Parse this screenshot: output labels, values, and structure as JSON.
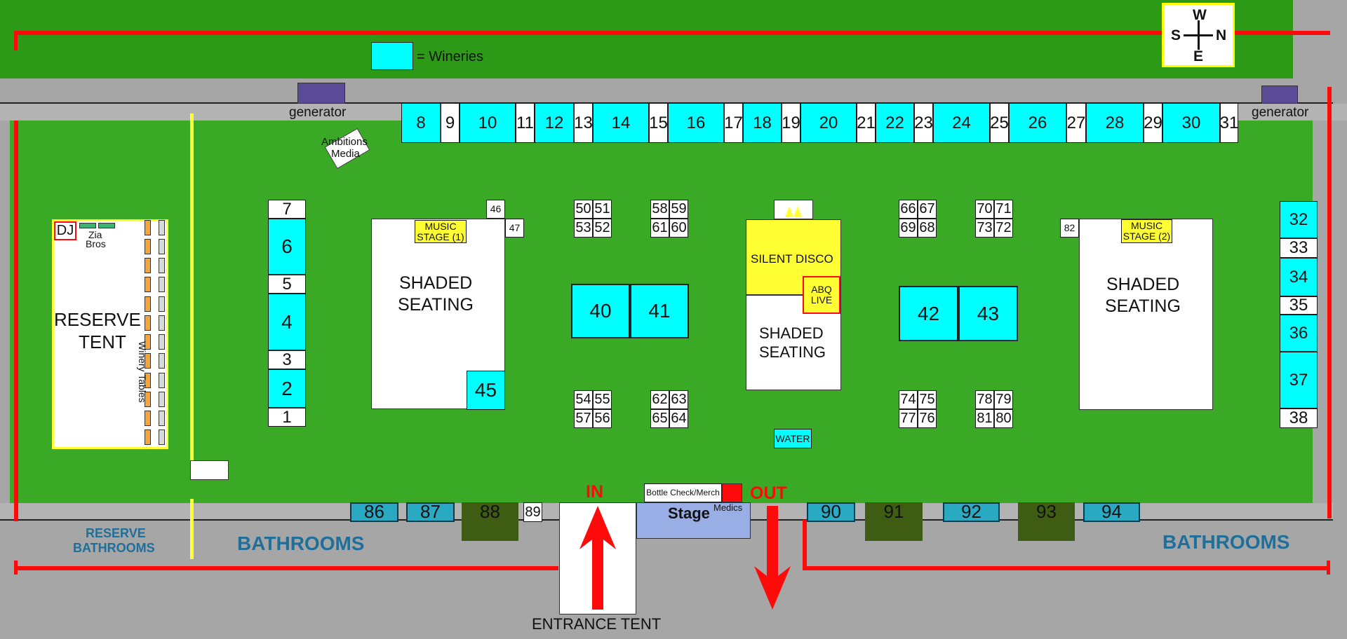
{
  "legend": {
    "label": "= Wineries",
    "color": "#00ffff"
  },
  "compass": {
    "top": "W",
    "left": "S",
    "right": "N",
    "bottom": "E"
  },
  "labels": {
    "generator_left": "generator",
    "generator_right": "generator",
    "ambitions_line1": "Ambitions",
    "ambitions_line2": "Media",
    "dj": "DJ",
    "zia_line1": "Zia",
    "zia_line2": "Bros",
    "reserve_line1": "RESERVE",
    "reserve_line2": "TENT",
    "winery_tables": "Winery Tables",
    "music_stage_1_line1": "MUSIC",
    "music_stage_1_line2": "STAGE (1)",
    "music_stage_2_line1": "MUSIC",
    "music_stage_2_line2": "STAGE (2)",
    "shaded_line1": "SHADED",
    "shaded_line2": "SEATING",
    "silent_disco": "SILENT DISCO",
    "abq_line1": "ABQ",
    "abq_line2": "LIVE",
    "water": "WATER",
    "bottle_check": "Bottle Check/Merch",
    "medics": "Medics",
    "stage": "Stage",
    "in": "IN",
    "out": "OUT",
    "entrance_tent": "ENTRANCE TENT",
    "reserve_bath_line1": "RESERVE",
    "reserve_bath_line2": "BATHROOMS",
    "bathrooms_left": "BATHROOMS",
    "bathrooms_right": "BATHROOMS"
  },
  "booths": {
    "b1": "1",
    "b2": "2",
    "b3": "3",
    "b4": "4",
    "b5": "5",
    "b6": "6",
    "b7": "7",
    "b8": "8",
    "b9": "9",
    "b10": "10",
    "b11": "11",
    "b12": "12",
    "b13": "13",
    "b14": "14",
    "b15": "15",
    "b16": "16",
    "b17": "17",
    "b18": "18",
    "b19": "19",
    "b20": "20",
    "b21": "21",
    "b22": "22",
    "b23": "23",
    "b24": "24",
    "b25": "25",
    "b26": "26",
    "b27": "27",
    "b28": "28",
    "b29": "29",
    "b30": "30",
    "b31": "31",
    "b32": "32",
    "b33": "33",
    "b34": "34",
    "b35": "35",
    "b36": "36",
    "b37": "37",
    "b38": "38",
    "b40": "40",
    "b41": "41",
    "b42": "42",
    "b43": "43",
    "b45": "45",
    "b46": "46",
    "b47": "47",
    "b50": "50",
    "b51": "51",
    "b52": "52",
    "b53": "53",
    "b54": "54",
    "b55": "55",
    "b56": "56",
    "b57": "57",
    "b58": "58",
    "b59": "59",
    "b60": "60",
    "b61": "61",
    "b62": "62",
    "b63": "63",
    "b64": "64",
    "b65": "65",
    "b66": "66",
    "b67": "67",
    "b68": "68",
    "b69": "69",
    "b70": "70",
    "b71": "71",
    "b72": "72",
    "b73": "73",
    "b74": "74",
    "b75": "75",
    "b76": "76",
    "b77": "77",
    "b78": "78",
    "b79": "79",
    "b80": "80",
    "b81": "81",
    "b82": "82",
    "b86": "86",
    "b87": "87",
    "b88": "88",
    "b89": "89",
    "b90": "90",
    "b91": "91",
    "b92": "92",
    "b93": "93",
    "b94": "94"
  },
  "colors": {
    "field_green": "#3aaa26",
    "dark_green": "#2d9a17",
    "road_gray": "#a6a6a6",
    "path_light_gray": "#b3b3b3",
    "fence_red": "#ff0a0a",
    "winery_cyan": "#00ffff",
    "bathroom_teal": "#2aa9c2",
    "porta_olive": "#3f5d12",
    "generator_purple": "#5b4a96",
    "stage_blue": "#9aaee6",
    "music_yellow": "#ffff33",
    "bathroom_label_blue": "#1f6f9a"
  }
}
